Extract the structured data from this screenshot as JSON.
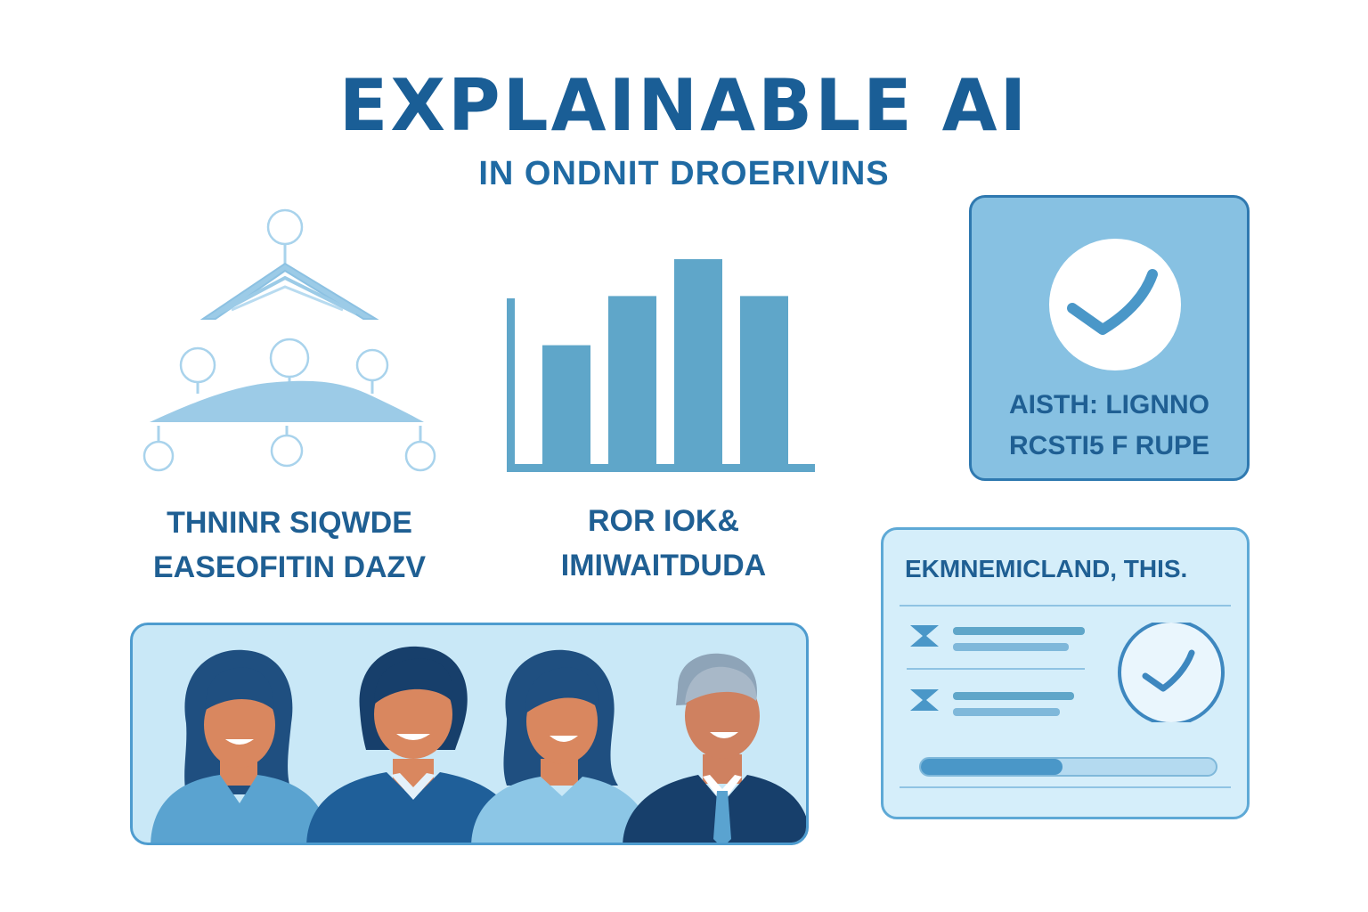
{
  "header": {
    "title": "EXPLAINABLE AI",
    "subtitle": "IN ONDNIT DROERIVINS"
  },
  "panels": {
    "tree": {
      "line1": "THNINR SIQWDE",
      "line2": "EASEOFITIN DAZV",
      "icon": "decision-tree-icon"
    },
    "bars": {
      "line1": "ROR IOK&",
      "line2": "IMIWAITDUDA",
      "icon": "bar-chart-icon",
      "bar_levels": [
        0.58,
        0.82,
        1.0,
        0.82
      ]
    },
    "check_card": {
      "line1": "AISTH: LIGNNO",
      "line2": "RCSTI5 F RUPE",
      "icon": "checkmark-circle-icon"
    },
    "report_card": {
      "heading": "EKMNEMICLAND, THIS.",
      "icon": "report-checklist-icon"
    },
    "people": {
      "icon": "team-illustration"
    }
  },
  "colors": {
    "primary": "#1a5e96",
    "light_blue": "#87c1e2",
    "pale_blue": "#d5eefa",
    "bar_blue": "#5fa6c9"
  }
}
